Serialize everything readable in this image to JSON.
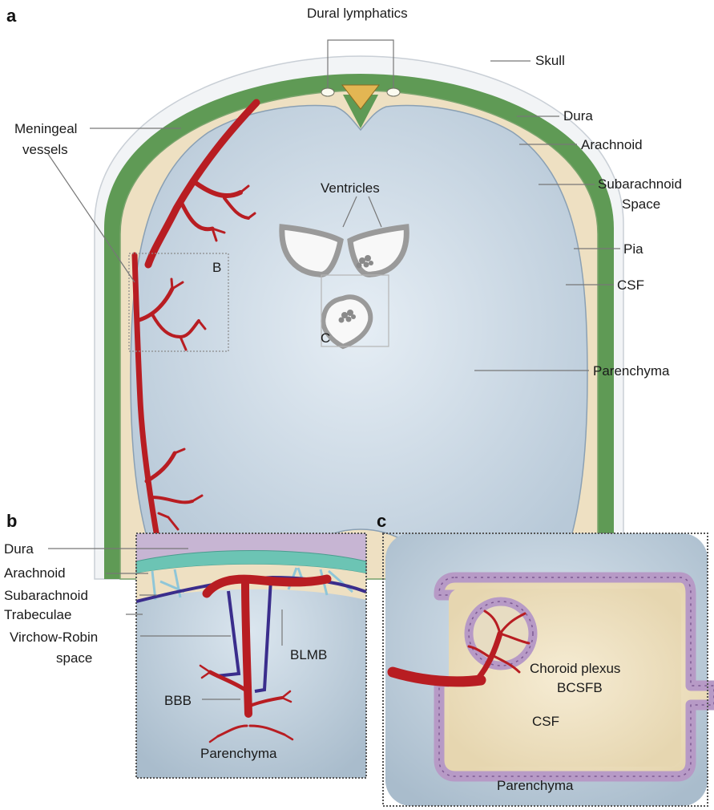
{
  "panels": {
    "a": "a",
    "b": "b",
    "c": "c"
  },
  "panel_a": {
    "dural_lymphatics": "Dural lymphatics",
    "skull": "Skull",
    "dura": "Dura",
    "arachnoid": "Arachnoid",
    "subarachnoid_1": "Subarachnoid",
    "subarachnoid_2": "Space",
    "pia": "Pia",
    "csf": "CSF",
    "parenchyma": "Parenchyma",
    "meningeal_1": "Meningeal",
    "meningeal_2": "vessels",
    "ventricles": "Ventricles",
    "box_b": "B",
    "box_c": "C"
  },
  "panel_b": {
    "dura": "Dura",
    "arachnoid": "Arachnoid",
    "subarachnoid": "Subarachnoid",
    "trabeculae": "Trabeculae",
    "vr_1": "Virchow-Robin",
    "vr_2": "space",
    "blmb": "BLMB",
    "bbb": "BBB",
    "parenchyma": "Parenchyma"
  },
  "panel_c": {
    "choroid": "Choroid plexus",
    "bcsfb": "BCSFB",
    "csf": "CSF",
    "parenchyma": "Parenchyma"
  },
  "colors": {
    "dura_green": "#5f9a55",
    "csf_beige": "#eee0c2",
    "parenchyma": "#d3dfea",
    "vessel": "#b81d22",
    "pia_blue": "#3a2d8c",
    "arachnoid_teal": "#6cc4b4",
    "dura_purple": "#c7b5d3",
    "epithelium": "#b79ac6"
  }
}
